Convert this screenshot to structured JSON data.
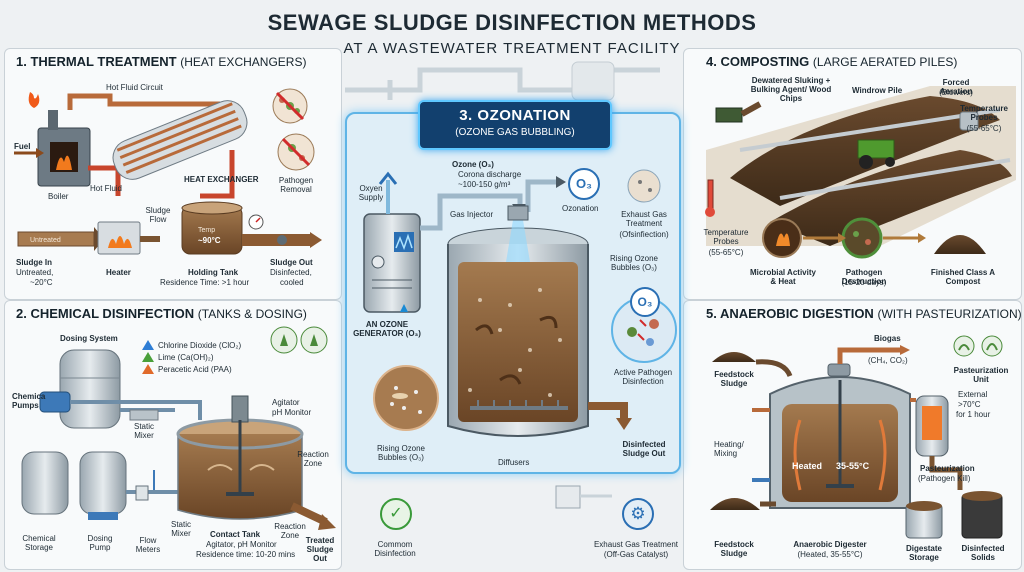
{
  "title": "SEWAGE SLUDGE DISINFECTION METHODS",
  "subtitle": "AT A WASTEWATER TREATMENT FACILITY",
  "colors": {
    "accent_blue": "#5fb4e6",
    "header_navy": "#12406e",
    "sludge_brown": "#7a5431",
    "pipe_copper": "#b86a3a",
    "grass_green": "#4f8f3a"
  },
  "panel1": {
    "title": "1. THERMAL TREATMENT",
    "title_sub": "(HEAT EXCHANGERS)",
    "labels": {
      "hot_fluid_circuit": "Hot Fluid Circuit",
      "fuel": "Fuel",
      "boiler": "Boiler",
      "hot_fluid": "Hot Fluid",
      "heat_exchanger": "HEAT EXCHANGER",
      "pathogen_removal": "Pathogen Removal",
      "sludge_flow": "Sludge Flow",
      "heater": "Heater",
      "holding_tank": "Holding Tank",
      "residence_time": "Residence Time: >1 hour",
      "temp": "Temp",
      "temp_value": "~90°C",
      "sludge_in": "Sludge In",
      "sludge_in_sub1": "Untreated,",
      "sludge_in_sub2": "~20°C",
      "sludge_out": "Sludge Out",
      "sludge_out_sub1": "Disinfected,",
      "sludge_out_sub2": "cooled",
      "pipe_text": "Untreated"
    }
  },
  "panel2": {
    "title": "2. CHEMICAL DISINFECTION",
    "title_sub": "(TANKS & DOSING)",
    "legend": [
      "Chlorine Dioxide (ClO₂)",
      "Lime (Ca(OH)₂)",
      "Peracetic Acid (PAA)"
    ],
    "labels": {
      "dosing_system": "Dosing System",
      "chemica_pumps": "Chemica Pumps",
      "static_mixer": "Static Mixer",
      "agitator": "Agitator",
      "ph_monitor": "pH Monitor",
      "reaction_zone": "Reaction Zone",
      "chemical_storage": "Chemical Storage",
      "dosing_pump": "Dosing Pump",
      "flow_meters": "Flow Meters",
      "static_mixer_2": "Static Mixer",
      "contact_tank": "Contact Tank",
      "contact_tank_sub1": "Agitator, pH Monitor",
      "contact_tank_sub2": "Residence time: 10-20 mins",
      "reaction_zone_2": "Reaction Zone",
      "treated_sludge_out": "Treated Sludge Out"
    }
  },
  "panel3": {
    "title": "3. OZONATION",
    "title_sub": "(OZONE GAS BUBBLING)",
    "labels": {
      "oxygen_supply": "Oxyen Supply",
      "ozone": "Ozone (O₃)",
      "corona": "Corona discharge",
      "dose": "~100-150 g/m³",
      "gas_injector": "Gas Injector",
      "o3": "O₃",
      "ozonation": "Ozonation",
      "exhaust_gas": "Exhaust Gas Treatment",
      "exhaust_gas_sub": "(Ofsinfiection)",
      "rising_bubbles": "Rising Ozone Bubbles (O₃)",
      "generator": "AN OZONE GENERATOR (O₃)",
      "active_pathogen": "Active Pathogen Disinfection",
      "rising_bubbles_2": "Rising Ozone Bubbles (O₃)",
      "diffusers": "Diffusers",
      "disinfected_out": "Disinfected Sludge Out"
    }
  },
  "bottom_center": {
    "common": "Commom Disinfection",
    "exhaust": "Exhaust Gas Treatment",
    "exhaust_sub": "(Off-Gas Catalyst)"
  },
  "panel4": {
    "title": "4. COMPOSTING",
    "title_sub": "(LARGE AERATED PILES)",
    "labels": {
      "dewatered": "Dewatered Sluking + Bulking Agent/ Wood Chips",
      "windrow": "Windrow Pile",
      "forced_aeration": "Forced Aeration",
      "blowers": "(Blowers)",
      "temp_probes": "Temperature Probes",
      "temp_range": "(55-65°C)",
      "temp_probes_2": "Temperature Probes",
      "temp_range_2": "(55-65°C)",
      "microbial": "Microbial Activity & Heat",
      "pathogen_destruction": "Pathogen Destruction",
      "pathogen_days": "(15-20 days)",
      "finished": "Finished Class A Compost"
    }
  },
  "panel5": {
    "title": "5. ANAEROBIC DIGESTION",
    "title_sub": "(WITH PASTEURIZATION)",
    "labels": {
      "biogas": "Biogas",
      "biogas_sub": "(CH₄, CO₂)",
      "feedstock": "Feedstock Sludge",
      "pasteurization_unit": "Pasteurization Unit",
      "external": "External",
      "external_temp": ">70°C",
      "external_time": "for 1 hour",
      "heating": "Heating/ Mixing",
      "heated": "Heated",
      "heated_range": "35-55°C",
      "pasteurization": "Pasteurization",
      "pathogen_kill": "(Pathogen Kill)",
      "feedstock_2": "Feedstock Sludge",
      "digester": "Anaerobic Digester",
      "digester_sub": "(Heated, 35-55°C)",
      "digestate": "Digestate Storage",
      "disinfected_solids": "Disinfected Solids"
    }
  }
}
